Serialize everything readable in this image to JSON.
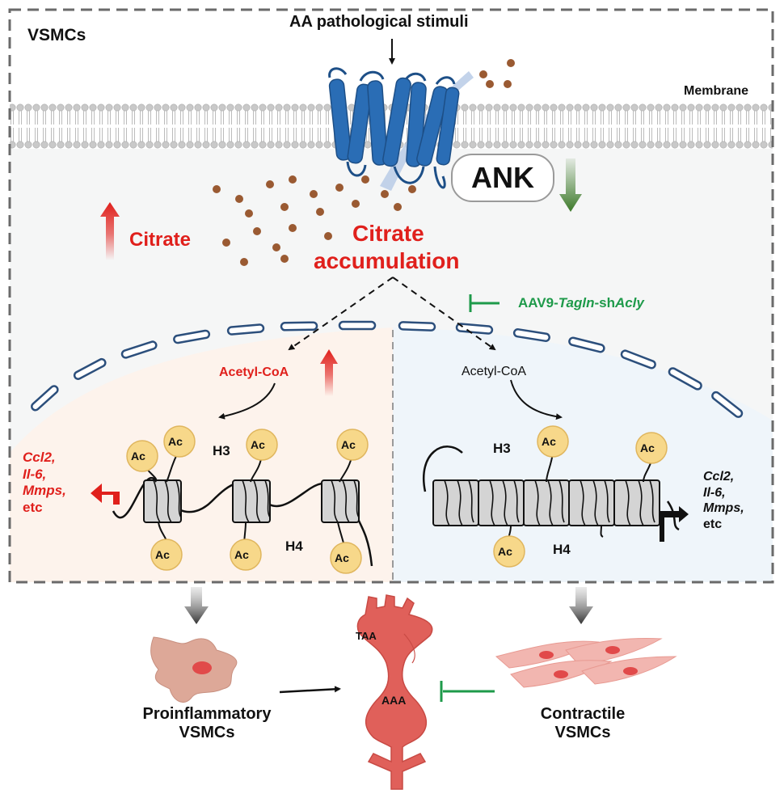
{
  "cell_label": "VSMCs",
  "stimulus_label": "AA  pathological stimuli",
  "membrane_label": "Membrane",
  "transporter_label": "ANK",
  "citrate_label": "Citrate",
  "citrate_accumulation_line1": "Citrate",
  "citrate_accumulation_line2": "accumulation",
  "inhibitor": {
    "prefix": "AAV9-",
    "italic1": "Tagln",
    "mid": "-sh",
    "italic2": "Acly"
  },
  "left_panel": {
    "acetyl_coa": "Acetyl-CoA",
    "h3": "H3",
    "h4": "H4",
    "ac": "Ac",
    "genes": [
      "Ccl2,",
      "Il-6,",
      "Mmps,",
      "etc"
    ]
  },
  "right_panel": {
    "acetyl_coa": "Acetyl-CoA",
    "h3": "H3",
    "h4": "H4",
    "ac": "Ac",
    "genes": [
      "Ccl2,",
      "Il-6,",
      "Mmps,",
      "etc"
    ]
  },
  "outcomes": {
    "proinflammatory": [
      "Proinflammatory",
      "VSMCs"
    ],
    "contractile": [
      "Contractile",
      "VSMCs"
    ],
    "taa": "TAA",
    "aaa": "AAA"
  },
  "colors": {
    "red": "#e0201c",
    "green": "#1e9a4a",
    "transporter_blue": "#2a6db5",
    "citrate_brown": "#9a5a32",
    "acetyl_yellow": "#f7d88a",
    "aorta_red": "#e0605a"
  }
}
